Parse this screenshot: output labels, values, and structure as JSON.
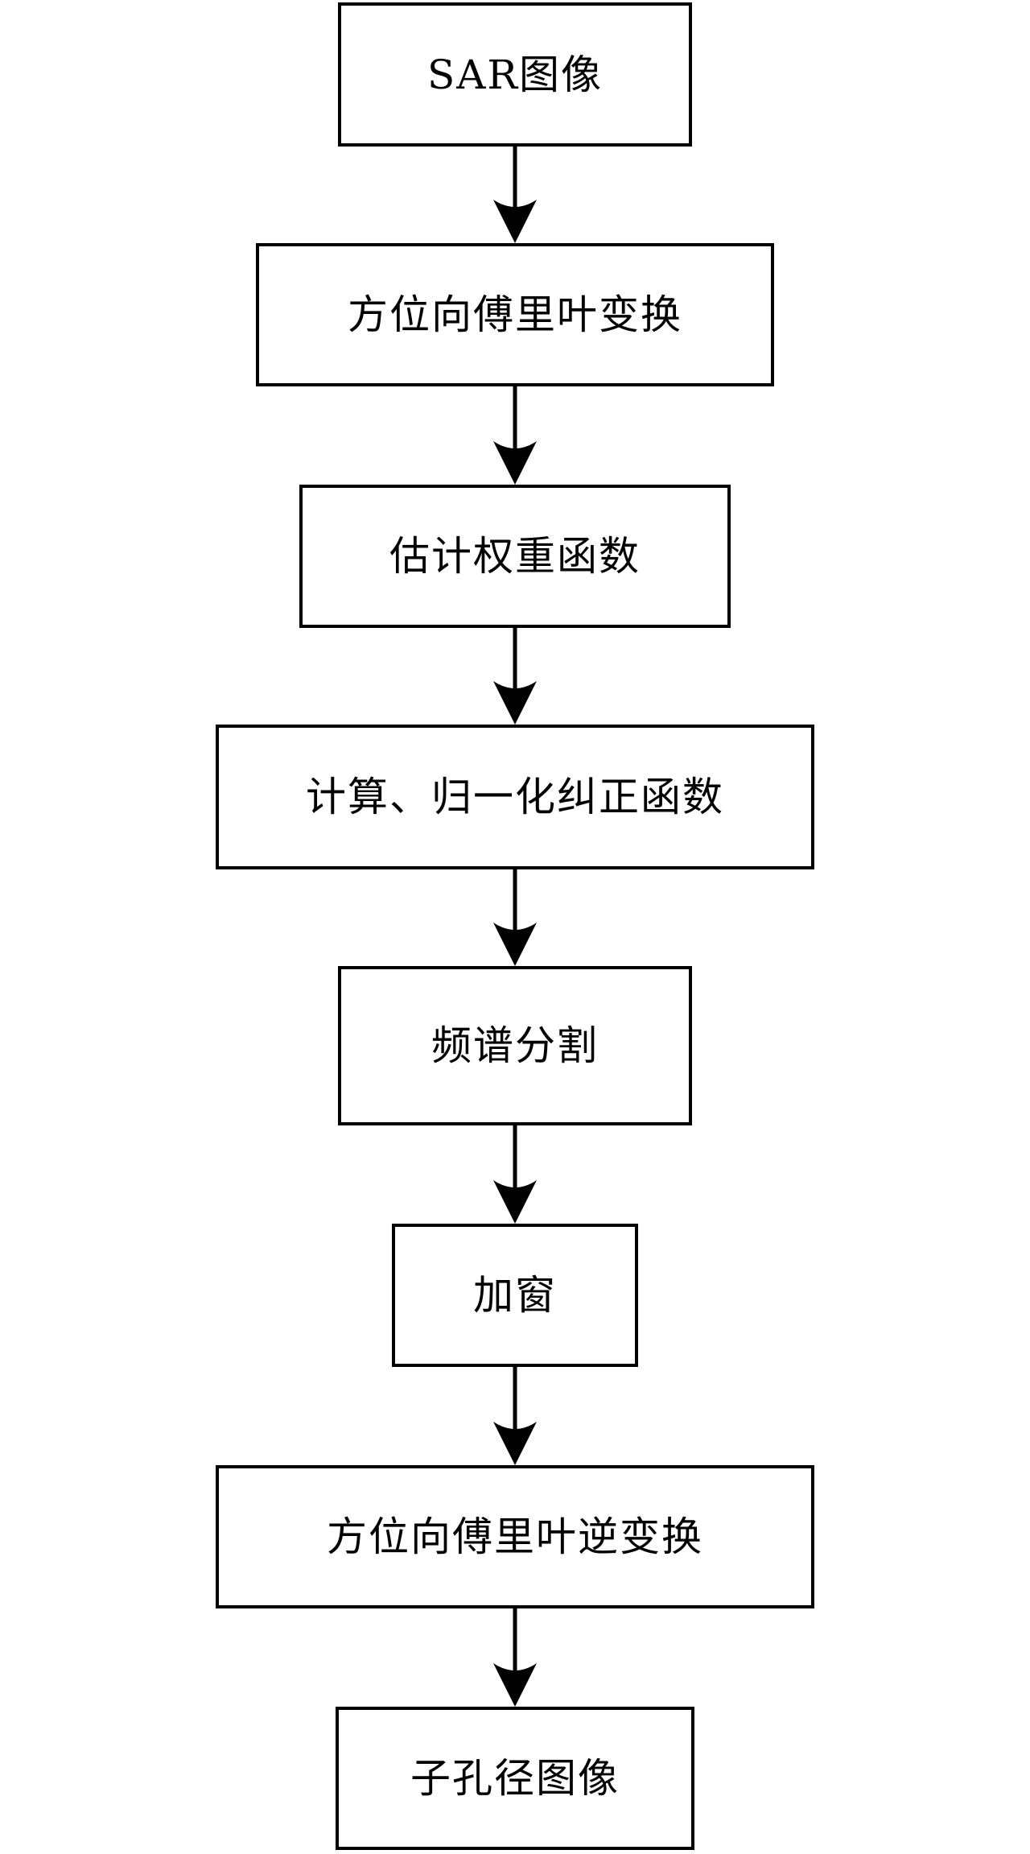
{
  "flowchart": {
    "nodes": [
      {
        "label": "SAR图像"
      },
      {
        "label": "方位向傅里叶变换"
      },
      {
        "label": "估计权重函数"
      },
      {
        "label": "计算、归一化纠正函数"
      },
      {
        "label": "频谱分割"
      },
      {
        "label": "加窗"
      },
      {
        "label": "方位向傅里叶逆变换"
      },
      {
        "label": "子孔径图像"
      }
    ],
    "colors": {
      "line": "#000000",
      "text": "#000000",
      "background": "#ffffff"
    }
  }
}
